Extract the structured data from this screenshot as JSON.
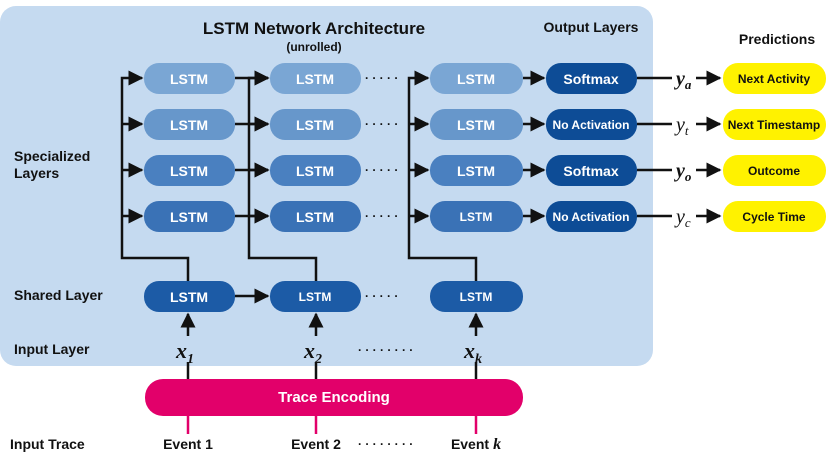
{
  "title": "LSTM Network Architecture",
  "subtitle": "(unrolled)",
  "output_layers_label": "Output Layers",
  "predictions_label": "Predictions",
  "row_labels": {
    "specialized_line1": "Specialized",
    "specialized_line2": "Layers",
    "shared": "Shared Layer",
    "input": "Input Layer",
    "input_trace": "Input Trace"
  },
  "lstm_label": "LSTM",
  "ellipsis_short": "· · · · ·",
  "ellipsis_long": "· · · · · · · ·",
  "trace_encoding": "Trace Encoding",
  "inputs": [
    {
      "var": "x",
      "sub": "1"
    },
    {
      "var": "x",
      "sub": "2"
    },
    {
      "var": "x",
      "sub": "k"
    }
  ],
  "events": [
    {
      "label": "Event 1"
    },
    {
      "label": "Event 2"
    },
    {
      "label": "Event",
      "var": "k"
    }
  ],
  "outputs": [
    {
      "activation": "Softmax",
      "var": "y",
      "sub": "a",
      "prediction": "Next Activity",
      "bold_var": true
    },
    {
      "activation": "No Activation",
      "var": "y",
      "sub": "t",
      "prediction": "Next Timestamp",
      "bold_var": false
    },
    {
      "activation": "Softmax",
      "var": "y",
      "sub": "o",
      "prediction": "Outcome",
      "bold_var": true
    },
    {
      "activation": "No Activation",
      "var": "y",
      "sub": "c",
      "prediction": "Cycle Time",
      "bold_var": false
    }
  ],
  "colors": {
    "panel": "#c5daf0",
    "lstm_row1": "#7aa6d4",
    "lstm_row2": "#6797cb",
    "lstm_row3": "#4a80c0",
    "lstm_row4": "#3a72b6",
    "lstm_shared": "#1c5ba6",
    "activation": "#0d4c96",
    "trace": "#e2006a",
    "prediction": "#fff200",
    "text_dark": "#111111",
    "white": "#ffffff"
  }
}
